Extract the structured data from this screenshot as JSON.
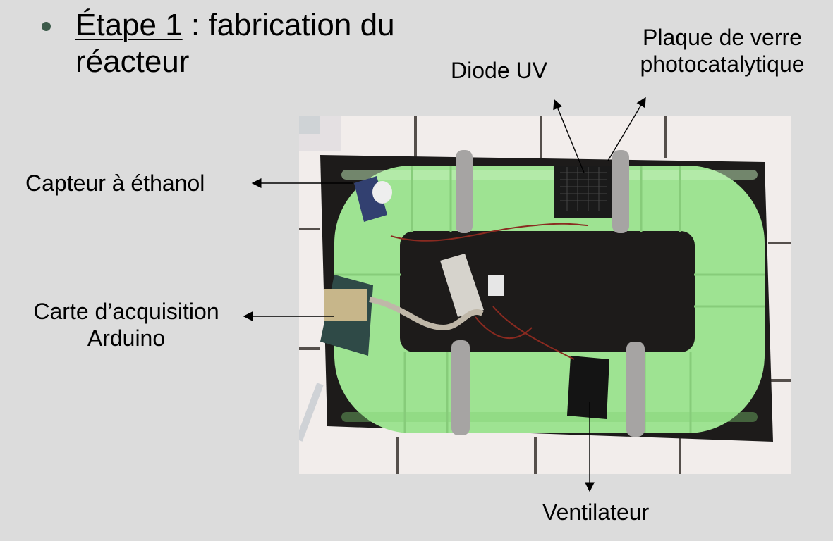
{
  "slide": {
    "title": {
      "underlined": "Étape 1",
      "rest_line1": " : fabrication du",
      "line2": "réacteur"
    },
    "labels": {
      "diode_uv": "Diode UV",
      "plaque_line1": "Plaque de verre",
      "plaque_line2": "photocatalytique",
      "capteur": "Capteur à éthanol",
      "carte_line1": "Carte d’acquisition",
      "carte_line2": "Arduino",
      "ventilateur": "Ventilateur"
    },
    "photo": {
      "description": "Photo of green tubular photocatalytic reactor loop on a black board",
      "colors": {
        "tube": "#9de28f",
        "board": "#1e1c1b",
        "tile": "#f3efee",
        "clamp": "#a7a5a4"
      }
    },
    "colors": {
      "background": "#dcdcdc",
      "bullet": "#3c5a4a",
      "text": "#000000"
    }
  }
}
